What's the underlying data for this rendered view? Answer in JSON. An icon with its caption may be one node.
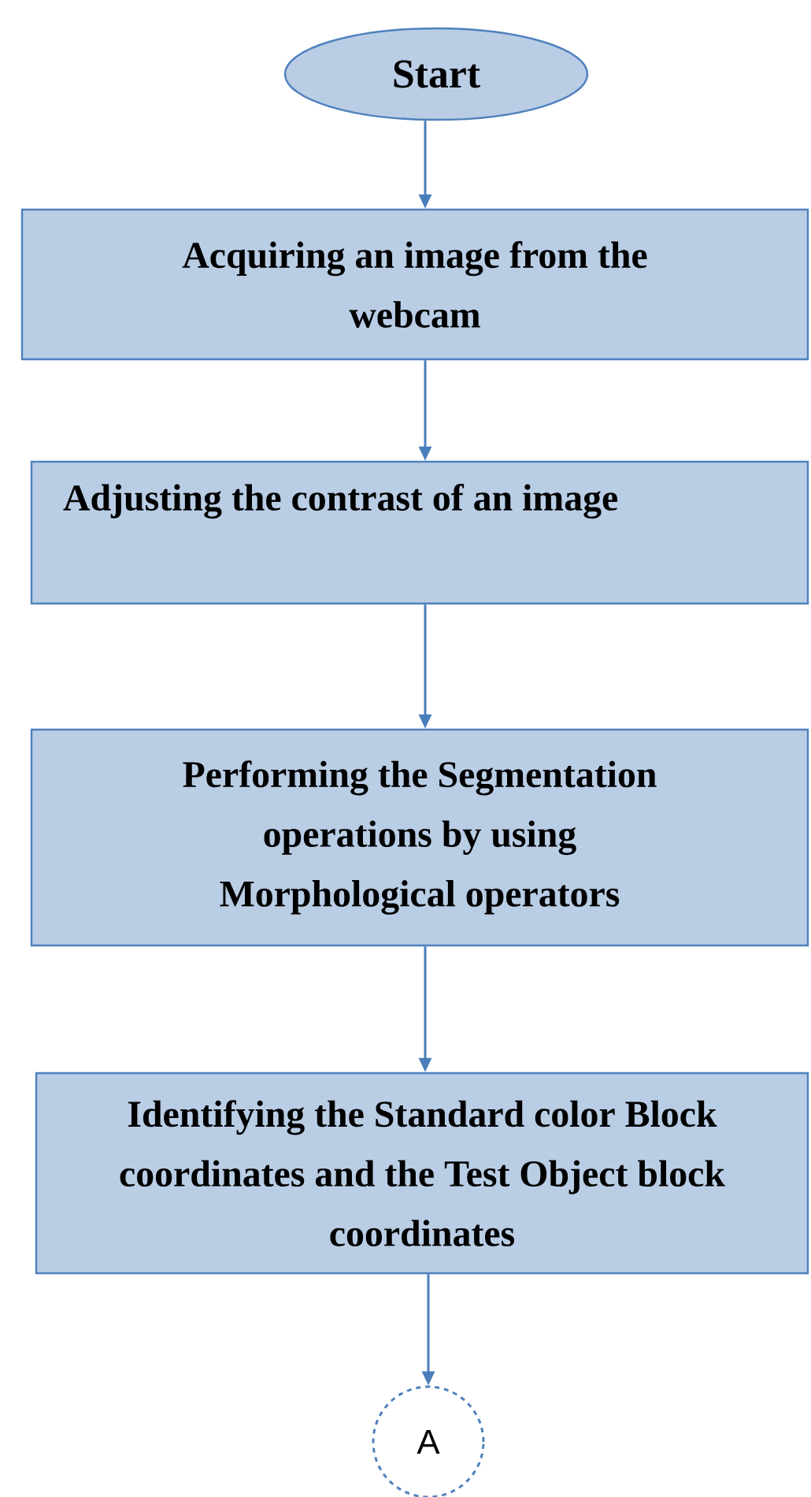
{
  "diagram": {
    "nodes": [
      {
        "text": [
          "Start"
        ]
      },
      {
        "text": [
          "Acquiring an image from the webcam"
        ]
      },
      {
        "text": [
          "Adjusting the contrast of an image"
        ]
      },
      {
        "text": [
          "Performing the Segmentation operations by using Morphological operators"
        ]
      },
      {
        "text": [
          "Identifying the Standard color Block coordinates and the Test Object block coordinates"
        ]
      },
      {
        "text": [
          "A"
        ]
      }
    ],
    "edges": [
      {
        "from": 0,
        "to": 1,
        "arrow": "to"
      },
      {
        "from": 1,
        "to": 2,
        "arrow": "to"
      },
      {
        "from": 2,
        "to": 3,
        "arrow": "to"
      },
      {
        "from": 3,
        "to": 4,
        "arrow": "to"
      },
      {
        "from": 4,
        "to": 5,
        "arrow": "to"
      }
    ]
  }
}
